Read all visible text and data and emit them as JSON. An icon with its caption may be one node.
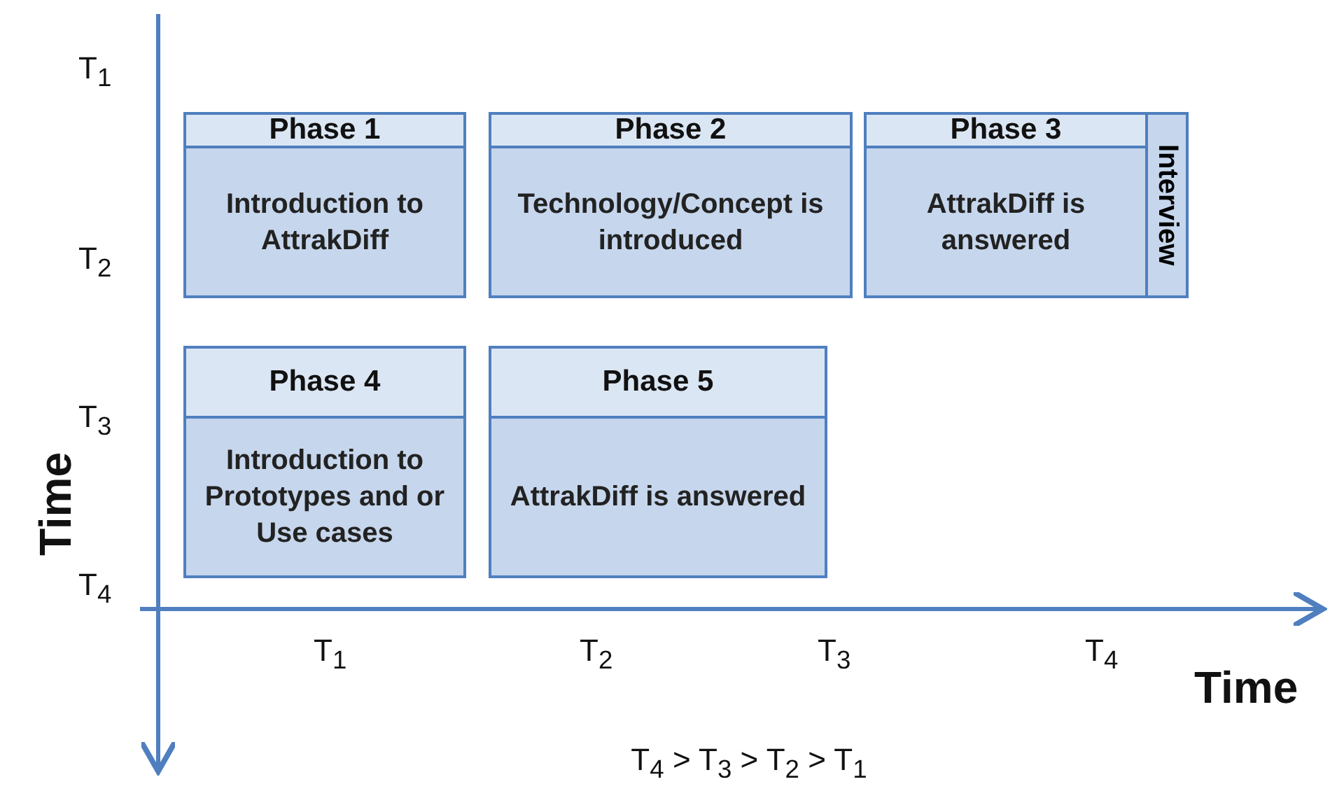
{
  "diagram": {
    "nodes": [
      {
        "text": [
          "Phase 1",
          "Introduction to AttrakDiff"
        ]
      },
      {
        "text": [
          "Phase 2",
          "Technology/Concept is introduced"
        ]
      },
      {
        "text": [
          "Phase 3",
          "AttrakDiff  is answered"
        ]
      },
      {
        "text": [
          "Interview"
        ]
      },
      {
        "text": [
          "Phase 4",
          "Introduction to Prototypes and or Use cases"
        ]
      },
      {
        "text": [
          "Phase 5",
          "AttrakDiff  is answered"
        ]
      }
    ],
    "edges": [],
    "labels": [
      "T$_{1}$",
      "T$_{2}$",
      "T$_{3}$",
      "Time",
      "T$_{4}$",
      "T$_{1}$",
      "T$_{2}$",
      "T$_{3}$",
      "T$_{4}$",
      "Time",
      "T$_{4}$ > T$_{3}$ > T$_{2}$ > T$_{1}$"
    ]
  }
}
